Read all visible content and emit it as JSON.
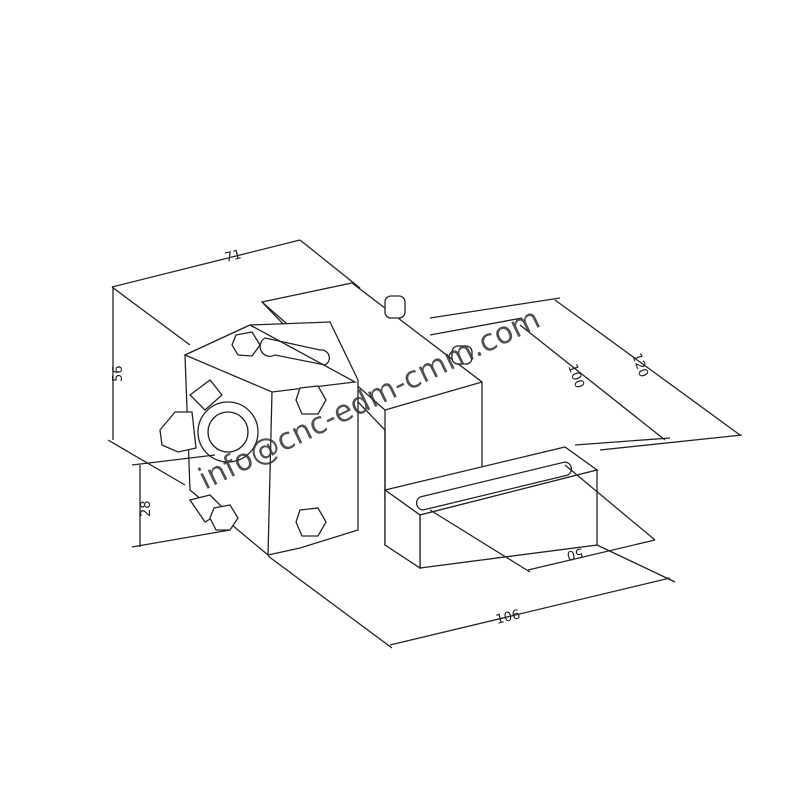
{
  "drawing": {
    "dimensions": {
      "width_top": "71",
      "height_total": "56",
      "height_center": "28",
      "length_base": "106",
      "slot_length": "50",
      "inner_length": "100",
      "overall_length": "120"
    },
    "watermark": "info@cnc-edm-cmm.com",
    "line_color": "#222222"
  }
}
